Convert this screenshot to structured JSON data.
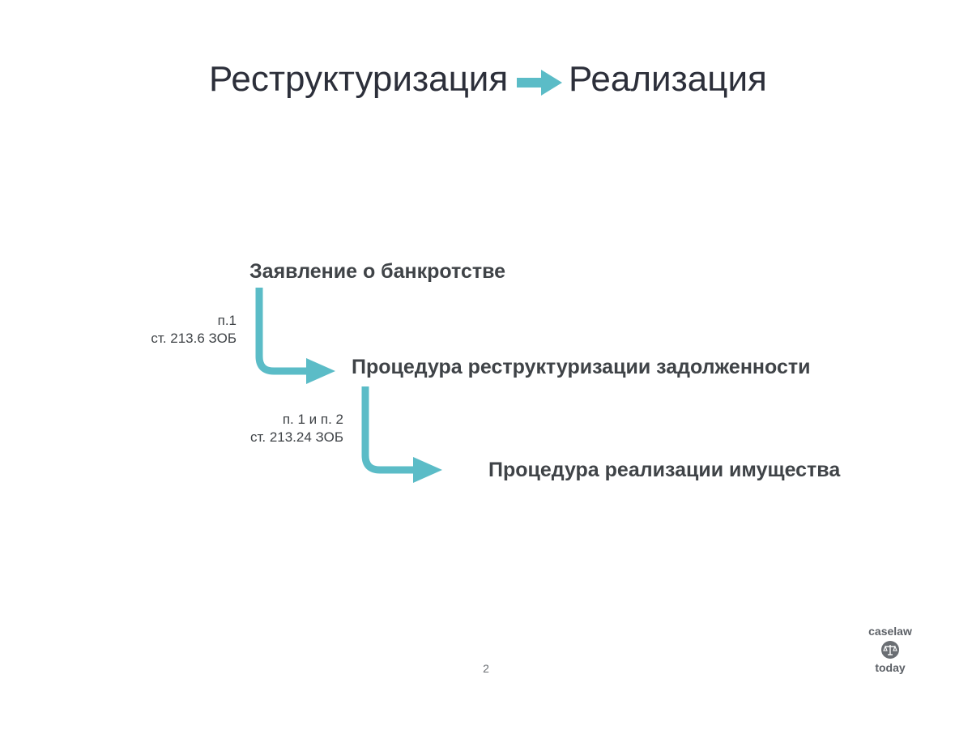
{
  "title": {
    "left": "Реструктуризация",
    "right": "Реализация",
    "arrow_icon": "right-arrow-icon"
  },
  "steps": [
    {
      "label": "Заявление о банкротстве"
    },
    {
      "label": "Процедура реструктуризации задолженности"
    },
    {
      "label": "Процедура реализации имущества"
    }
  ],
  "refs": [
    {
      "line1": "п.1",
      "line2": "ст. 213.6 ЗОБ"
    },
    {
      "line1": "п. 1 и п. 2",
      "line2": "ст. 213.24 ЗОБ"
    }
  ],
  "page_number": "2",
  "logo": {
    "top": "caselaw",
    "bottom": "today"
  },
  "colors": {
    "accent": "#5bbcc7",
    "text": "#3f4347",
    "title": "#2c2f3a"
  }
}
